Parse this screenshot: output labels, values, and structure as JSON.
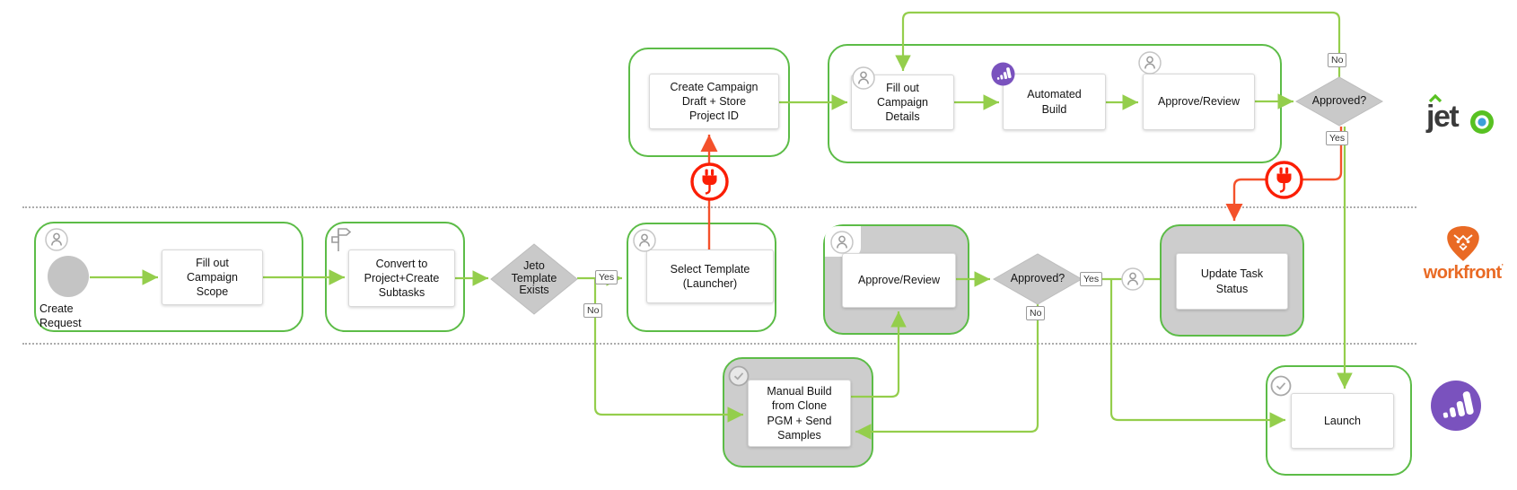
{
  "title": "Campaign workflow flowchart across Jeto, Workfront and Marketo lanes",
  "colors": {
    "container_green": "#5CBC47",
    "connector_green": "#94CE4C",
    "integration_red": "#F4512B",
    "plug_red": "#FB1E05",
    "gray_fill": "#CDCDCD",
    "diamond_gray": "#C9C9C9",
    "jeto_green": "#58C122",
    "jeto_blue": "#3D9FD9",
    "workfront_orange": "#E96A24",
    "marketo_purple": "#7A52BE"
  },
  "nodes": {
    "draft": {
      "label": "Create Campaign\nDraft + Store\nProject ID"
    },
    "fill_details": {
      "label": "Fill out\nCampaign\nDetails"
    },
    "automated_build": {
      "label": "Automated\nBuild"
    },
    "approve_top": {
      "label": "Approve/Review"
    },
    "create_request": {
      "label": "Create\nRequest"
    },
    "fill_scope": {
      "label": "Fill out\nCampaign\nScope"
    },
    "convert": {
      "label": "Convert to\nProject+Create\nSubtasks"
    },
    "select_template": {
      "label": "Select Template\n(Launcher)"
    },
    "approve_mid": {
      "label": "Approve/Review"
    },
    "update_task": {
      "label": "Update Task\nStatus"
    },
    "manual_build": {
      "label": "Manual Build\nfrom Clone\nPGM + Send\nSamples"
    },
    "launch": {
      "label": "Launch"
    }
  },
  "decisions": {
    "approved_top": {
      "label": "Approved?"
    },
    "template_exists": {
      "label": "Jeto\nTemplate\nExists"
    },
    "approved_mid": {
      "label": "Approved?"
    }
  },
  "edge_labels": {
    "top_no": "No",
    "top_yes": "Yes",
    "template_yes": "Yes",
    "template_no": "No",
    "approved_yes": "Yes",
    "approved_no": "No"
  },
  "logos": {
    "jeto_text": "jet",
    "workfront_text": "workfront"
  }
}
